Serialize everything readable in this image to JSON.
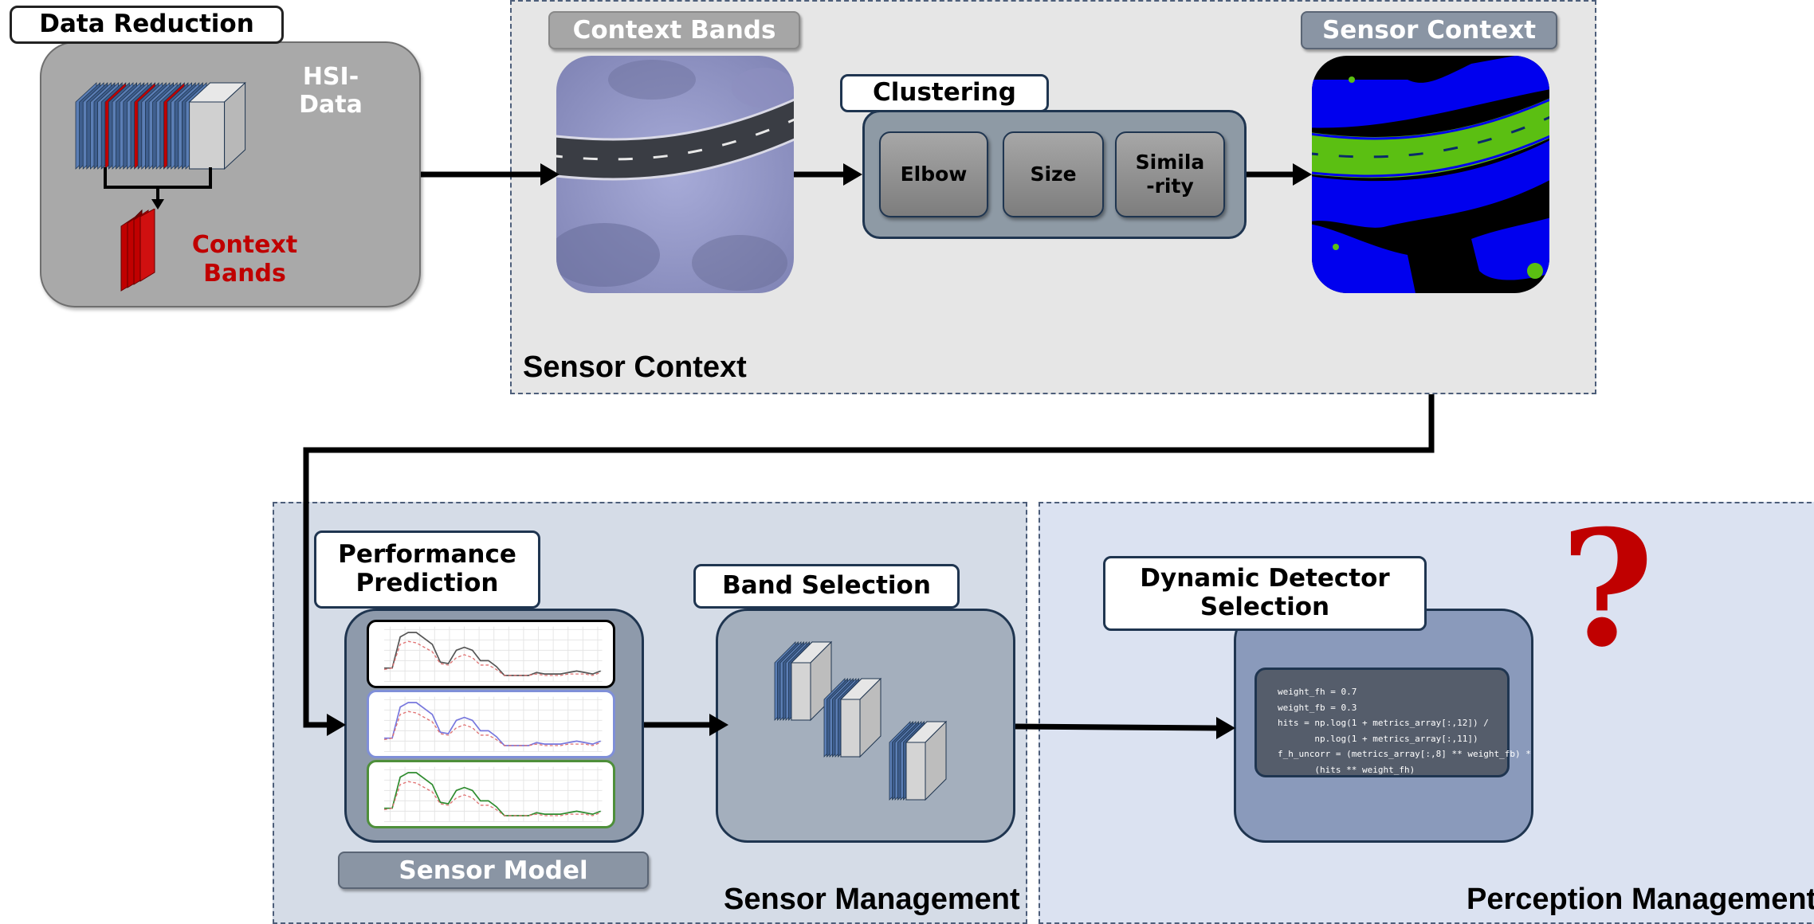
{
  "data_reduction": {
    "title": "Data Reduction",
    "hsi_label": "HSI-\nData",
    "context_bands_label": "Context\nBands"
  },
  "sensor_context": {
    "region_label": "Sensor Context",
    "context_bands_tag": "Context Bands",
    "clustering_tag": "Clustering",
    "clustering_items": [
      "Elbow",
      "Size",
      "Simila\n-rity"
    ],
    "output_tag": "Sensor Context"
  },
  "sensor_management": {
    "region_label": "Sensor Management",
    "performance_tag": "Performance\nPrediction",
    "sensor_model_tag": "Sensor Model",
    "band_selection_tag": "Band Selection"
  },
  "perception_management": {
    "region_label": "Perception Management",
    "detector_tag": "Dynamic Detector\nSelection",
    "question_mark": "?",
    "code_lines": [
      "weight_fh = 0.7",
      "weight_fb = 0.3",
      "hits = np.log(1 + metrics_array[:,12]) /",
      "       np.log(1 + metrics_array[:,11])",
      "f_h_uncorr = (metrics_array[:,8] ** weight_fb) *",
      "       (hits ** weight_fh)"
    ]
  },
  "colors": {
    "context_band_red": "#c00000",
    "arrow": "#000000",
    "sensor_context_bg": "#e6e6e6",
    "management_bg": "#dbe2ee",
    "question_red": "#c00000"
  }
}
